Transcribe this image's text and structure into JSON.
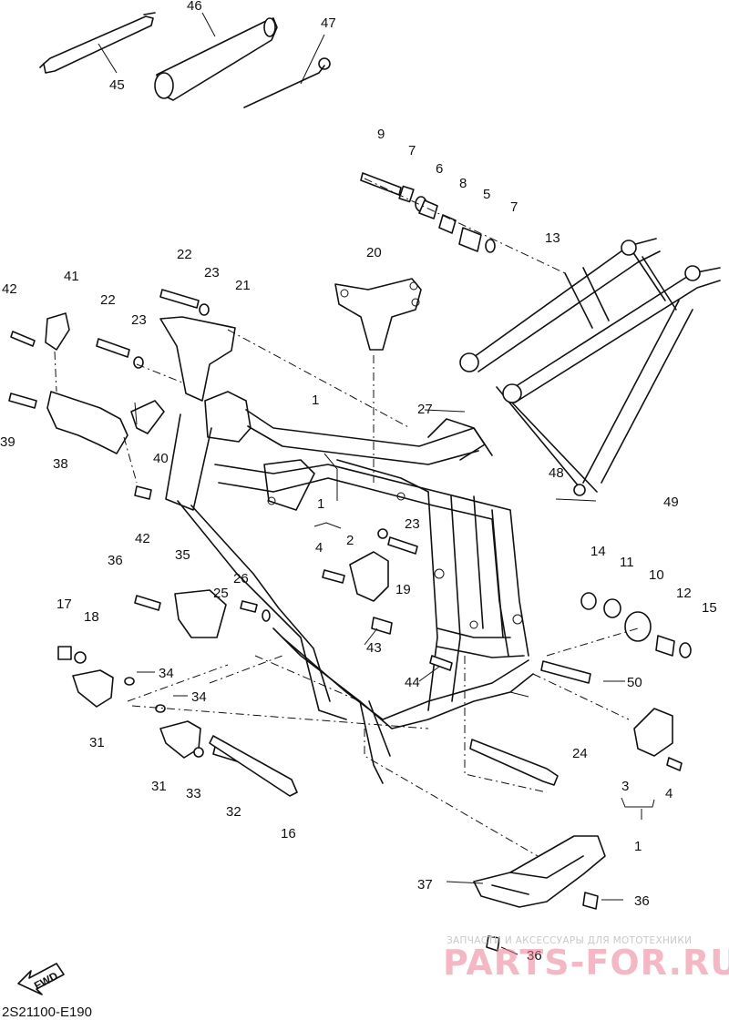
{
  "diagram_code": "2S21100-E190",
  "fwd_label": "FWD",
  "watermark": {
    "tagline": "ЗАПЧАСТИ И АКСЕССУАРЫ ДЛЯ МОТОТЕХНИКИ",
    "brand": "PARTS-FOR.RU"
  },
  "callouts": [
    "45",
    "46",
    "47",
    "9",
    "7",
    "6",
    "8",
    "5",
    "7",
    "13",
    "22",
    "23",
    "21",
    "20",
    "42",
    "41",
    "22",
    "23",
    "1",
    "27",
    "39",
    "38",
    "40",
    "48",
    "42",
    "49",
    "1",
    "23",
    "4",
    "2",
    "19",
    "36",
    "35",
    "25",
    "26",
    "14",
    "11",
    "10",
    "12",
    "15",
    "17",
    "18",
    "43",
    "44",
    "34",
    "50",
    "34",
    "31",
    "31",
    "33",
    "32",
    "16",
    "24",
    "3",
    "4",
    "1",
    "37",
    "36",
    "36"
  ]
}
